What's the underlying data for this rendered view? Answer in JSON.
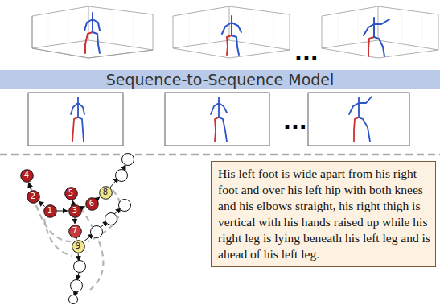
{
  "diagram": {
    "nodes": [
      {
        "text": [
          "Sequence-to-Sequence Model"
        ]
      },
      {
        "text": [
          "1"
        ]
      },
      {
        "text": [
          "2"
        ]
      },
      {
        "text": [
          "3"
        ]
      },
      {
        "text": [
          "4"
        ]
      },
      {
        "text": [
          "5"
        ]
      },
      {
        "text": [
          "6"
        ]
      },
      {
        "text": [
          "7"
        ]
      },
      {
        "text": [
          "8"
        ]
      },
      {
        "text": [
          "9"
        ]
      },
      {
        "text": [
          "His left foot is wide apart from his right foot and over his left hip with both knees and his elbows straight, his right thigh is vertical with his hands raised up while his right leg is lying beneath his left leg and is ahead of his left leg."
        ]
      }
    ],
    "edges": [
      {
        "from": 1,
        "to": 2,
        "arrow": "to"
      },
      {
        "from": 2,
        "to": 4,
        "arrow": "to"
      },
      {
        "from": 1,
        "to": 3,
        "arrow": "to"
      },
      {
        "from": 3,
        "to": 5,
        "arrow": "to"
      },
      {
        "from": 3,
        "to": 6,
        "arrow": "to"
      },
      {
        "from": 6,
        "to": 8,
        "arrow": "to"
      },
      {
        "from": 3,
        "to": 7,
        "arrow": "to"
      },
      {
        "from": 7,
        "to": 9,
        "arrow": "to"
      }
    ],
    "labels": [
      "...",
      "..."
    ]
  }
}
